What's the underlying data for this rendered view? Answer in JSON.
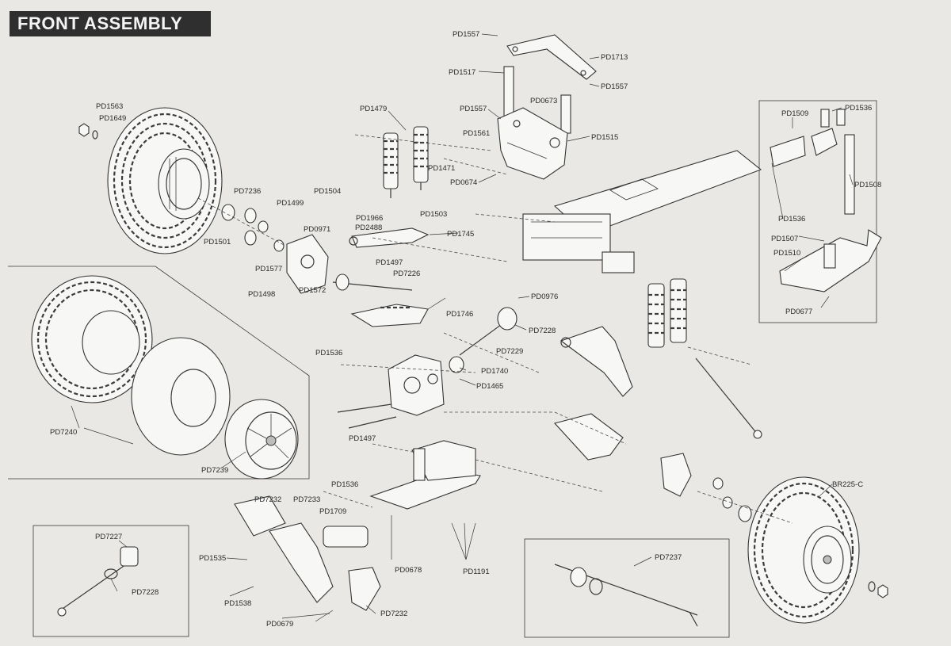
{
  "header": {
    "title": "FRONT ASSEMBLY"
  },
  "labels": {
    "pd1557_a": "PD1557",
    "pd1713": "PD1713",
    "pd1517": "PD1517",
    "pd1557_b": "PD1557",
    "pd1479": "PD1479",
    "pd1557_c": "PD1557",
    "pd0673": "PD0673",
    "pd1561": "PD1561",
    "pd1515": "PD1515",
    "pd1471": "PD1471",
    "pd0674": "PD0674",
    "pd1563": "PD1563",
    "pd1649": "PD1649",
    "pd7236": "PD7236",
    "pd1499": "PD1499",
    "pd1504": "PD1504",
    "pd1966": "PD1966",
    "pd2488": "PD2488",
    "pd1503": "PD1503",
    "pd0971": "PD0971",
    "pd1745": "PD1745",
    "pd1501": "PD1501",
    "pd1497_a": "PD1497",
    "pd1577": "PD1577",
    "pd7226": "PD7226",
    "pd1498": "PD1498",
    "pd1572": "PD1572",
    "pd0976": "PD0976",
    "pd1746": "PD1746",
    "pd7228_a": "PD7228",
    "pd1536_a": "PD1536",
    "pd7229": "PD7229",
    "pd1740": "PD1740",
    "pd1465": "PD1465",
    "pd7240": "PD7240",
    "pd1497_b": "PD1497",
    "pd7239": "PD7239",
    "pd1536_b": "PD1536",
    "pd7232_a": "PD7232",
    "pd7233": "PD7233",
    "pd1709": "PD1709",
    "pd7227": "PD7227",
    "pd1535": "PD1535",
    "pd7228_b": "PD7228",
    "pd1538": "PD1538",
    "pd0678": "PD0678",
    "pd1191": "PD1191",
    "pd0679": "PD0679",
    "pd7232_b": "PD7232",
    "pd7237": "PD7237",
    "br225c": "BR225-C",
    "pd1509": "PD1509",
    "pd1536_c": "PD1536",
    "pd1508": "PD1508",
    "pd1536_d": "PD1536",
    "pd1507": "PD1507",
    "pd1510": "PD1510",
    "pd0677": "PD0677"
  }
}
